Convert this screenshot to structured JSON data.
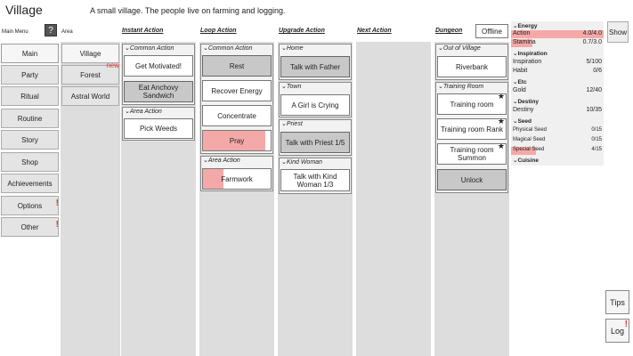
{
  "header": {
    "title": "Village",
    "subtitle": "A small village. The people live on farming and logging.",
    "main_menu_label": "Main Menu",
    "help_label": "?",
    "area_label": "Area"
  },
  "columns": {
    "instant": "Instant Action",
    "loop": "Loop Action",
    "upgrade": "Upgrade Action",
    "next": "Next Action",
    "dungeon": "Dungeon"
  },
  "menu": [
    {
      "label": "Main",
      "active": true
    },
    {
      "label": "Party"
    },
    {
      "label": "Ritual"
    },
    {
      "label": "Routine"
    },
    {
      "label": "Story"
    },
    {
      "label": "Shop"
    },
    {
      "label": "Achievements"
    },
    {
      "label": "Options"
    },
    {
      "label": "Other"
    }
  ],
  "menu_badges": {
    "options": "!",
    "other": "!"
  },
  "areas": [
    {
      "label": "Village",
      "active": true
    },
    {
      "label": "Forest",
      "new": "new"
    },
    {
      "label": "Astral World"
    }
  ],
  "instant": {
    "groups": [
      {
        "title": "Common Action",
        "items": [
          {
            "label": "Get Motivated!",
            "state": "normal"
          },
          {
            "label": "Eat Anchovy Sandwich",
            "state": "done"
          }
        ]
      },
      {
        "title": "Area Action",
        "items": [
          {
            "label": "Pick Weeds",
            "state": "normal"
          }
        ]
      }
    ]
  },
  "loop": {
    "groups": [
      {
        "title": "Common Action",
        "items": [
          {
            "label": "Rest",
            "state": "done"
          },
          {
            "label": "Recover Energy",
            "state": "normal"
          },
          {
            "label": "Concentrate",
            "state": "normal"
          },
          {
            "label": "Pray",
            "state": "normal",
            "progress": 0.92
          }
        ]
      },
      {
        "title": "Area Action",
        "items": [
          {
            "label": "Farmwork",
            "state": "normal",
            "progress": 0.3
          }
        ]
      }
    ]
  },
  "upgrade": {
    "groups": [
      {
        "title": "Home",
        "items": [
          {
            "label": "Talk with Father",
            "state": "done"
          }
        ]
      },
      {
        "title": "Town",
        "items": [
          {
            "label": "A Girl is Crying",
            "state": "normal"
          }
        ]
      },
      {
        "title": "Priest",
        "items": [
          {
            "label": "Talk with Priest 1/5",
            "state": "done"
          }
        ]
      },
      {
        "title": "Kind Woman",
        "items": [
          {
            "label": "Talk with Kind Woman 1/3",
            "state": "normal"
          }
        ]
      }
    ]
  },
  "dungeon": {
    "offline_label": "Offline",
    "groups": [
      {
        "title": "Out of Village",
        "items": [
          {
            "label": "Riverbank",
            "state": "normal"
          }
        ]
      },
      {
        "title": "Training Room",
        "items": [
          {
            "label": "Training room",
            "state": "normal",
            "star": "★"
          },
          {
            "label": "Training room Rank",
            "state": "normal",
            "star": "★"
          },
          {
            "label": "Training room Summon",
            "state": "normal",
            "star": "★"
          },
          {
            "label": "Unlock",
            "state": "done"
          }
        ]
      }
    ]
  },
  "resources": {
    "energy_title": "Energy",
    "inspiration_title": "Inspiration",
    "etc_title": "Etc",
    "destiny_title": "Destiny",
    "seed_title": "Seed",
    "cuisine_title": "Cuisine",
    "energy": [
      {
        "name": "Action",
        "value": "4.0/4.0",
        "fill": 1.0
      },
      {
        "name": "Stamina",
        "value": "0.7/3.0",
        "fill": 0.23
      }
    ],
    "inspiration": [
      {
        "name": "Inspiration",
        "value": "5/100"
      },
      {
        "name": "Habit",
        "value": "0/6"
      }
    ],
    "etc": [
      {
        "name": "Gold",
        "value": "12/40"
      }
    ],
    "destiny": [
      {
        "name": "Destiny",
        "value": "10/35"
      }
    ],
    "seed": [
      {
        "name": "Physical Seed",
        "value": "0/15"
      },
      {
        "name": "Magical Seed",
        "value": "0/15"
      },
      {
        "name": "Special Seed",
        "value": "4/15",
        "fill": 0.27
      }
    ]
  },
  "buttons": {
    "show": "Show",
    "tips": "Tips",
    "log": "Log",
    "log_badge": "!"
  },
  "colors": {
    "progress_fill": "#f4a9a8",
    "done_fill": "#c8c8c8",
    "panel_bg": "#dddddd",
    "badge": "#e53935"
  }
}
